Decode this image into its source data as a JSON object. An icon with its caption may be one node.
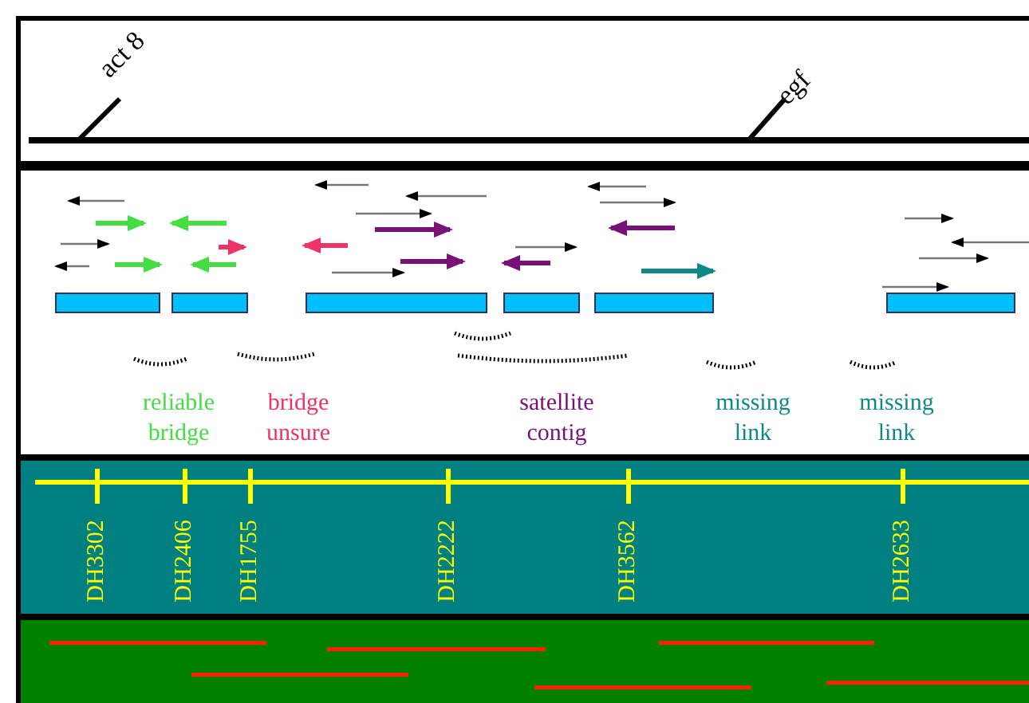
{
  "diagram": {
    "nodes": [
      {
        "text": [
          "act 8",
          "egf"
        ]
      },
      {
        "text": [
          "reliable bridge",
          "bridge unsure",
          "satellite contig",
          "missing link",
          "missing link"
        ]
      },
      {
        "text": [
          "DH3302",
          "DH2406",
          "DH1755",
          "DH2222",
          "DH3562",
          "DH2633"
        ]
      },
      {
        "text": [],
        "shape": "box"
      }
    ]
  }
}
